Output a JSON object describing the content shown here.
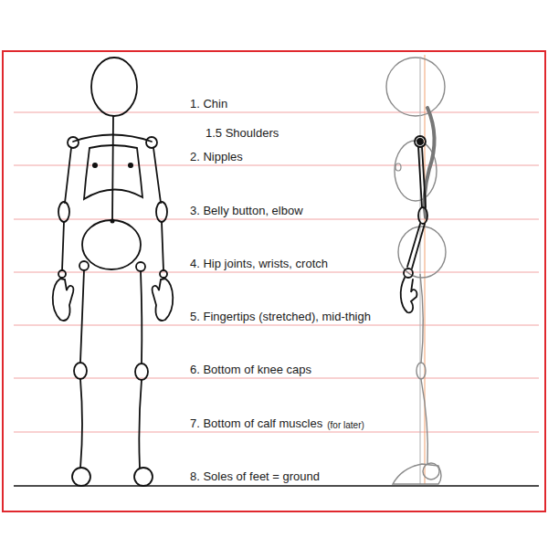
{
  "diagram": {
    "labels": [
      "1. Chin",
      "1.5 Shoulders",
      "2. Nipples",
      "3. Belly button, elbow",
      "4. Hip joints, wrists, crotch",
      "5. Fingertips (stretched), mid-thigh",
      "6. Bottom of knee caps",
      "7. Bottom of calf muscles",
      "(for later)",
      "8. Soles of feet = ground"
    ]
  }
}
